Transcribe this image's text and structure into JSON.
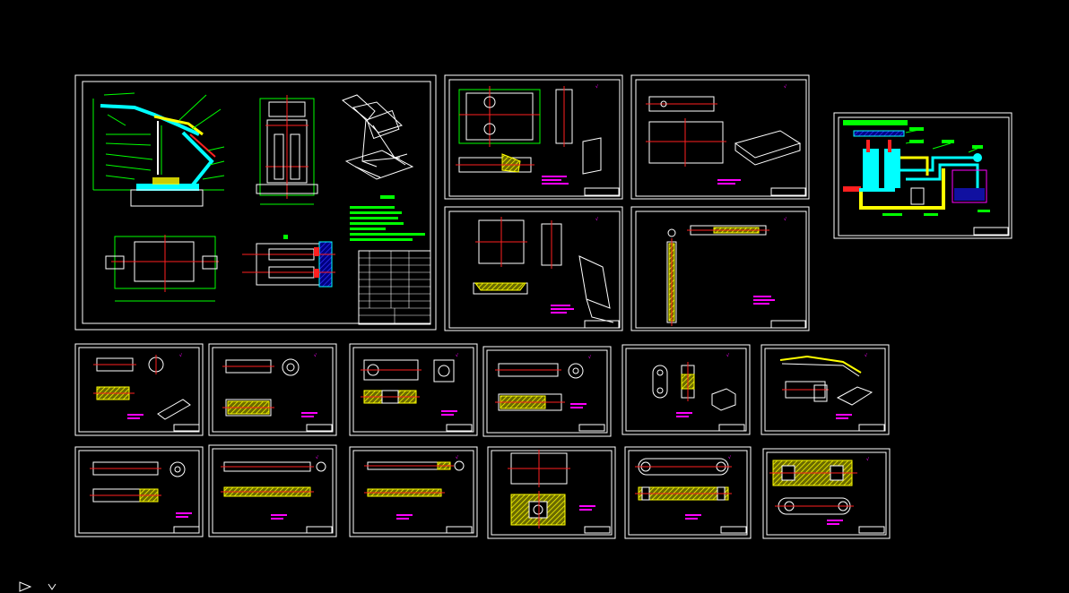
{
  "app": {
    "title": "",
    "background": "#000000"
  },
  "colors": {
    "frame": "#ffffff",
    "green": "#00ff00",
    "red": "#ff2020",
    "yellow": "#ffff00",
    "cyan": "#00ffff",
    "magenta": "#ff00ff",
    "blue": "#0000ff"
  },
  "sheets": [
    {
      "id": "assembly-main",
      "kind": "assembly"
    },
    {
      "id": "part-plate-1",
      "kind": "part"
    },
    {
      "id": "part-box",
      "kind": "part"
    },
    {
      "id": "hydraulic-schematic",
      "kind": "schematic"
    },
    {
      "id": "part-bracket",
      "kind": "part"
    },
    {
      "id": "part-rod-long",
      "kind": "part"
    },
    {
      "id": "part-sleeve-1",
      "kind": "part"
    },
    {
      "id": "part-sleeve-2",
      "kind": "part"
    },
    {
      "id": "part-block-1",
      "kind": "part"
    },
    {
      "id": "part-sleeve-3",
      "kind": "part"
    },
    {
      "id": "part-link-1",
      "kind": "part"
    },
    {
      "id": "part-gripper",
      "kind": "part"
    },
    {
      "id": "part-shaft-1",
      "kind": "part"
    },
    {
      "id": "part-shaft-2",
      "kind": "part"
    },
    {
      "id": "part-shaft-3",
      "kind": "part"
    },
    {
      "id": "part-block-2",
      "kind": "part"
    },
    {
      "id": "part-link-2",
      "kind": "part"
    },
    {
      "id": "part-fork",
      "kind": "part"
    }
  ],
  "ucs_icon": {
    "icon": "ucs-axis-icon"
  }
}
